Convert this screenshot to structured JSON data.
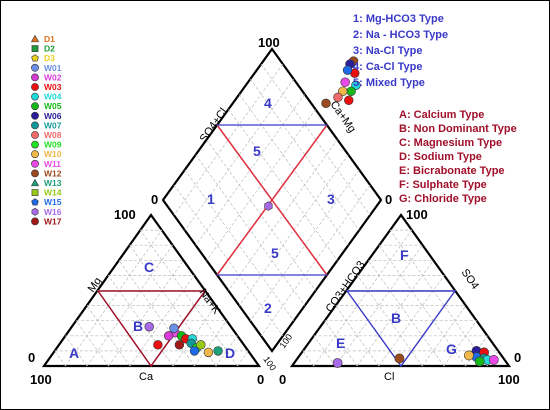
{
  "legend": [
    {
      "label": "D1",
      "color": "#e0701a",
      "shape": "triangle"
    },
    {
      "label": "D2",
      "color": "#1e9a3a",
      "shape": "square"
    },
    {
      "label": "D3",
      "color": "#e8d21e",
      "shape": "pentagon"
    },
    {
      "label": "W01",
      "color": "#6b8fe6",
      "shape": "circle"
    },
    {
      "label": "W02",
      "color": "#d63bd6",
      "shape": "circle"
    },
    {
      "label": "W03",
      "color": "#e81010",
      "shape": "circle"
    },
    {
      "label": "W04",
      "color": "#22d8d8",
      "shape": "circle"
    },
    {
      "label": "W05",
      "color": "#18b818",
      "shape": "circle"
    },
    {
      "label": "W06",
      "color": "#2a1e9a",
      "shape": "circle"
    },
    {
      "label": "W07",
      "color": "#129a9a",
      "shape": "circle"
    },
    {
      "label": "W08",
      "color": "#f06a6a",
      "shape": "circle"
    },
    {
      "label": "W09",
      "color": "#22e022",
      "shape": "circle"
    },
    {
      "label": "W10",
      "color": "#f0b848",
      "shape": "circle"
    },
    {
      "label": "W11",
      "color": "#e84ae8",
      "shape": "circle"
    },
    {
      "label": "W12",
      "color": "#9a4a1e",
      "shape": "circle"
    },
    {
      "label": "W13",
      "color": "#1ea07a",
      "shape": "triangle"
    },
    {
      "label": "W14",
      "color": "#98c818",
      "shape": "square"
    },
    {
      "label": "W15",
      "color": "#1e6ae8",
      "shape": "pentagon"
    },
    {
      "label": "W16",
      "color": "#a86ae8",
      "shape": "hexagon"
    },
    {
      "label": "W17",
      "color": "#a01818",
      "shape": "circle"
    }
  ],
  "water_types": [
    "1: Mg-HCO3 Type",
    "2: Na - HCO3 Type",
    "3: Na-Cl Type",
    "4: Ca-Cl Type",
    "5: Mixed Type"
  ],
  "classes": [
    "A: Calcium Type",
    "B: Non Dominant Type",
    "C: Magnesium Type",
    "D: Sodium Type",
    "E: Bicrabonate Type",
    "F: Sulphate Type",
    "G: Chloride Type"
  ],
  "axis_labels": {
    "mg": "Mg",
    "na_k": "Na+K",
    "ca": "Ca",
    "co3_hco3": "CO3+HCO3",
    "so4": "SO4",
    "cl": "Cl",
    "so4_cl": "SO4+Cl",
    "ca_mg": "Ca+Mg"
  },
  "corner_labels": {
    "left_tri_left": "0",
    "left_tri_bottom_left": "100",
    "left_tri_bottom_right": "0",
    "left_tri_top": "100",
    "left_tri_small_100": "100",
    "right_tri_bottom_left": "0",
    "right_tri_bottom_right": "100",
    "right_tri_right": "0",
    "right_tri_top": "100",
    "right_tri_small_100": "100",
    "diamond_top": "100",
    "diamond_left": "0",
    "diamond_right": "0"
  },
  "zones": {
    "diamond": [
      "4",
      "5",
      "1",
      "3",
      "5",
      "2"
    ],
    "left": [
      "C",
      "B",
      "A",
      "D"
    ],
    "right": [
      "F",
      "B",
      "E",
      "G"
    ]
  },
  "samples": {
    "cation": [
      {
        "ca": 38,
        "mg": 26,
        "na": 36,
        "color": "#a86ae8"
      },
      {
        "ca": 28,
        "mg": 22,
        "na": 50,
        "color": "#e84ae8"
      },
      {
        "ca": 27,
        "mg": 25,
        "na": 48,
        "color": "#6b8fe6"
      },
      {
        "ca": 26,
        "mg": 20,
        "na": 54,
        "color": "#18b818"
      },
      {
        "ca": 25,
        "mg": 18,
        "na": 57,
        "color": "#e81010"
      },
      {
        "ca": 22,
        "mg": 18,
        "na": 60,
        "color": "#22d8d8"
      },
      {
        "ca": 24,
        "mg": 15,
        "na": 61,
        "color": "#129a9a"
      },
      {
        "ca": 23,
        "mg": 12,
        "na": 65,
        "color": "#22e022"
      },
      {
        "ca": 25,
        "mg": 10,
        "na": 65,
        "color": "#1e6ae8"
      },
      {
        "ca": 20,
        "mg": 14,
        "na": 66,
        "color": "#98c818"
      },
      {
        "ca": 19,
        "mg": 9,
        "na": 72,
        "color": "#f0b848"
      },
      {
        "ca": 14,
        "mg": 10,
        "na": 76,
        "color": "#1ea07a"
      },
      {
        "ca": 40,
        "mg": 14,
        "na": 46,
        "color": "#e81010"
      },
      {
        "ca": 30,
        "mg": 14,
        "na": 56,
        "color": "#a01818"
      },
      {
        "ca": 32,
        "mg": 20,
        "na": 48,
        "color": "#d63bd6"
      }
    ],
    "anion": [
      {
        "so4": 10,
        "cl": 80,
        "co3": 10,
        "color": "#2a1e9a"
      },
      {
        "so4": 9,
        "cl": 84,
        "co3": 7,
        "color": "#e81010"
      },
      {
        "so4": 6,
        "cl": 82,
        "co3": 12,
        "color": "#1e6ae8"
      },
      {
        "so4": 5,
        "cl": 86,
        "co3": 9,
        "color": "#129a9a"
      },
      {
        "so4": 4,
        "cl": 88,
        "co3": 8,
        "color": "#22d8d8"
      },
      {
        "so4": 3,
        "cl": 85,
        "co3": 12,
        "color": "#18b818"
      },
      {
        "so4": 4,
        "cl": 91,
        "co3": 5,
        "color": "#e84ae8"
      },
      {
        "so4": 7,
        "cl": 78,
        "co3": 15,
        "color": "#f0b848"
      },
      {
        "so4": 5,
        "cl": 47,
        "co3": 48,
        "color": "#9a4a1e"
      },
      {
        "so4": 2,
        "cl": 20,
        "co3": 78,
        "color": "#a86ae8"
      }
    ],
    "diamond": [
      {
        "a": 0.07,
        "b": 0.96,
        "color": "#9a4a1e"
      },
      {
        "a": 0.1,
        "b": 0.95,
        "color": "#2a1e9a"
      },
      {
        "a": 0.06,
        "b": 0.92,
        "color": "#e81010"
      },
      {
        "a": 0.12,
        "b": 0.93,
        "color": "#1e6ae8"
      },
      {
        "a": 0.05,
        "b": 0.88,
        "color": "#22d8d8"
      },
      {
        "a": 0.14,
        "b": 0.89,
        "color": "#e84ae8"
      },
      {
        "a": 0.09,
        "b": 0.86,
        "color": "#18b818"
      },
      {
        "a": 0.16,
        "b": 0.86,
        "color": "#f0b848"
      },
      {
        "a": 0.11,
        "b": 0.83,
        "color": "#e81010"
      },
      {
        "a": 0.2,
        "b": 0.84,
        "color": "#f06a6a"
      },
      {
        "a": 0.3,
        "b": 0.82,
        "color": "#9a4a1e"
      },
      {
        "a": 0.78,
        "b": 0.48,
        "color": "#a86ae8"
      }
    ]
  }
}
